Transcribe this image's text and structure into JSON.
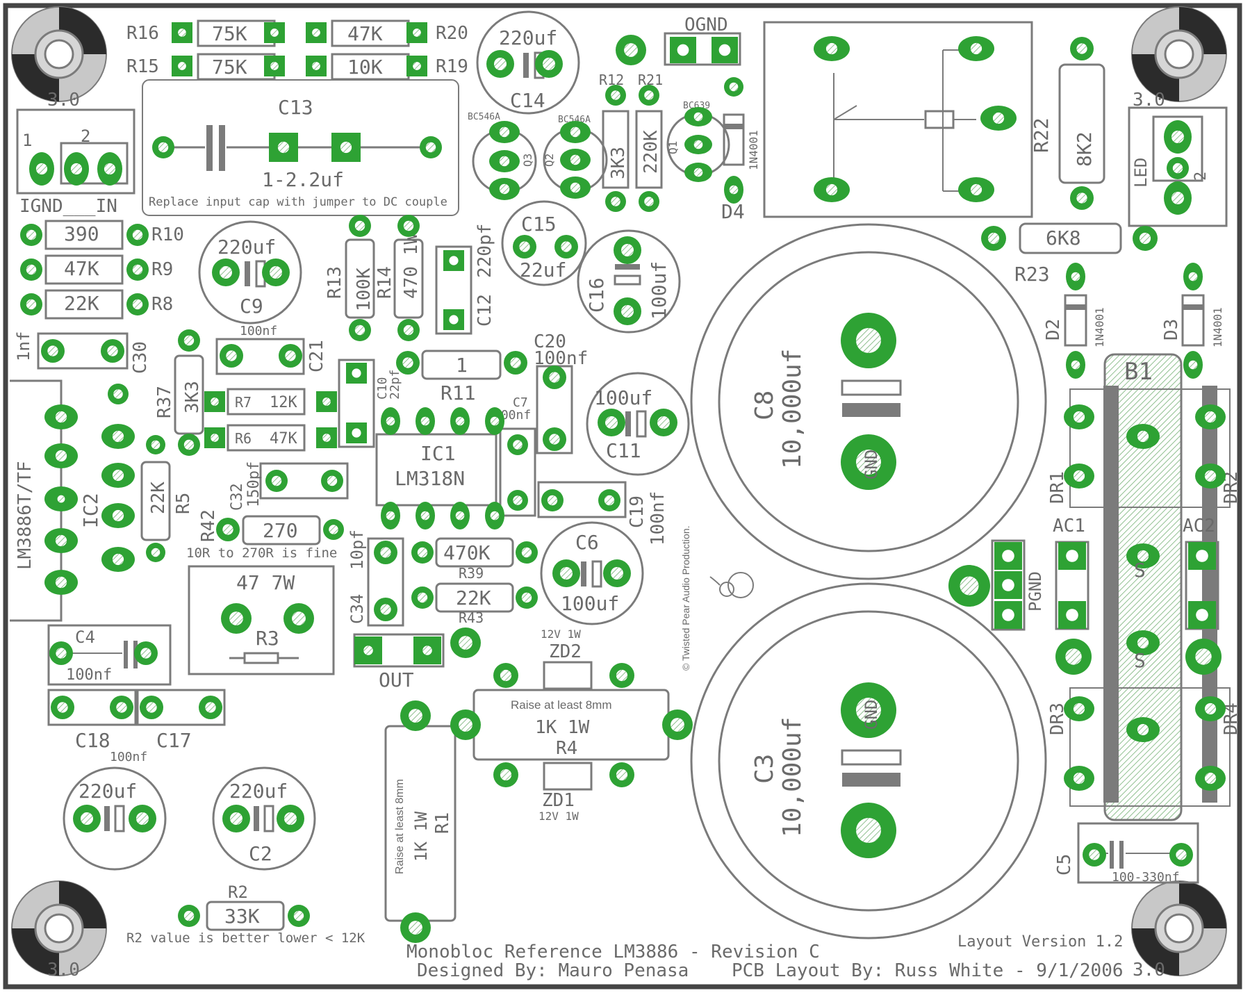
{
  "colors": {
    "pad": "#2ea234",
    "outline": "#7b7b7b",
    "board_edge": "#454545",
    "text": "#6a6a6a",
    "hatch": "#8fbf8f"
  },
  "footer": {
    "title": "Monobloc Reference LM3886 - Revision C",
    "designer": "Designed By: Mauro Penasa",
    "layout_by": "PCB Layout By: Russ White - 9/1/2006",
    "layout_version": "Layout Version 1.2"
  },
  "credit": "© Twisted Pear Audio Production.",
  "mount_labels": [
    "3.0",
    "3.0",
    "3.0",
    "3.0"
  ],
  "connectors": {
    "input": {
      "pin1": "1",
      "pin2": "2",
      "label": "IGND___IN"
    },
    "led": {
      "label": "LED",
      "pin2": "2"
    },
    "out": "OUT",
    "ognd": "OGND",
    "pgnd": "PGND",
    "o_label": "O"
  },
  "c13": {
    "name": "C13",
    "value": "1-2.2uf",
    "note": "Replace input cap with jumper to DC couple"
  },
  "resistors": [
    {
      "name": "R16",
      "value": "75K"
    },
    {
      "name": "R20",
      "value": "47K"
    },
    {
      "name": "R15",
      "value": "75K"
    },
    {
      "name": "R19",
      "value": "10K"
    },
    {
      "name": "R10",
      "value": "390"
    },
    {
      "name": "R9",
      "value": "47K"
    },
    {
      "name": "R8",
      "value": "22K"
    },
    {
      "name": "R13",
      "value": "100K"
    },
    {
      "name": "R12",
      "value": "3K3"
    },
    {
      "name": "R21",
      "value": "220K"
    },
    {
      "name": "R22",
      "value": "8K2"
    },
    {
      "name": "R14",
      "value": "470 1W"
    },
    {
      "name": "R23",
      "value": "6K8"
    },
    {
      "name": "R11",
      "value": "1"
    },
    {
      "name": "R7",
      "value": "12K"
    },
    {
      "name": "R6",
      "value": "47K"
    },
    {
      "name": "R37",
      "value": "3K3"
    },
    {
      "name": "R5",
      "value": "22K"
    },
    {
      "name": "R42",
      "value": "270"
    },
    {
      "name": "R39",
      "value": "470K"
    },
    {
      "name": "R43",
      "value": "22K"
    },
    {
      "name": "R3",
      "value": "47 7W"
    },
    {
      "name": "R4",
      "value": "1K 1W"
    },
    {
      "name": "R1",
      "value": "1K 1W"
    },
    {
      "name": "R2",
      "value": "33K"
    }
  ],
  "notes": {
    "r42": "10R to 270R is fine",
    "raise": "Raise at least 8mm",
    "r2": "R2 value is better lower < 12K"
  },
  "caps": {
    "c14": {
      "name": "C14",
      "value": "220uf"
    },
    "c9": {
      "name": "C9",
      "value": "220uf"
    },
    "c15": {
      "name": "C15",
      "value": "22uf"
    },
    "c16": {
      "name": "C16",
      "value": "100uf"
    },
    "c12": {
      "name": "C12",
      "value": "220pf"
    },
    "c30": {
      "name": "C30",
      "value": "1nf"
    },
    "c21": {
      "name": "C21",
      "value": "100nf"
    },
    "c20": {
      "name": "C20",
      "value": "100nf"
    },
    "c10": {
      "name": "C10",
      "value": "22pf"
    },
    "c7": {
      "name": "C7",
      "value": "100nf"
    },
    "c11": {
      "name": "C11",
      "value": "100uf"
    },
    "c32": {
      "name": "C32",
      "value": "150pf"
    },
    "c19": {
      "name": "C19",
      "value": "100nf"
    },
    "c6": {
      "name": "C6",
      "value": "100uf"
    },
    "c34": {
      "name": "C34",
      "value": "10pf"
    },
    "c4": {
      "name": "C4",
      "value": "100nf"
    },
    "c18": {
      "name": "C18",
      "value": "100nf"
    },
    "c17": {
      "name": "C17"
    },
    "c1": {
      "value": "220uf"
    },
    "c2": {
      "name": "C2",
      "value": "220uf"
    },
    "c8": {
      "name": "C8",
      "value": "10,000uf"
    },
    "c3": {
      "name": "C3",
      "value": "10,000uf"
    },
    "c5": {
      "name": "C5",
      "value": "100-330nf"
    }
  },
  "semis": {
    "ic1": {
      "name": "IC1",
      "part": "LM318N"
    },
    "ic2": {
      "name": "IC2",
      "part": "LM3886T/TF"
    },
    "q3": {
      "name": "Q3",
      "part": "BC546A"
    },
    "q2": {
      "name": "Q2",
      "part": "BC546A"
    },
    "q1": {
      "name": "Q1",
      "part": "BC639"
    },
    "d4": {
      "name": "D4",
      "part": "1N4001"
    },
    "d2": {
      "name": "D2",
      "part": "1N4001"
    },
    "d3": {
      "name": "D3",
      "part": "1N4001"
    },
    "zd2": {
      "name": "ZD2",
      "part": "12V 1W"
    },
    "zd1": {
      "name": "ZD1",
      "part": "12V 1W"
    },
    "b1": "B1",
    "dr1": "DR1",
    "dr2": "DR2",
    "dr3": "DR3",
    "dr4": "DR4",
    "ac1": "AC1",
    "ac2": "AC2"
  },
  "pad_labels": {
    "gnd": "GND",
    "s": "S"
  }
}
